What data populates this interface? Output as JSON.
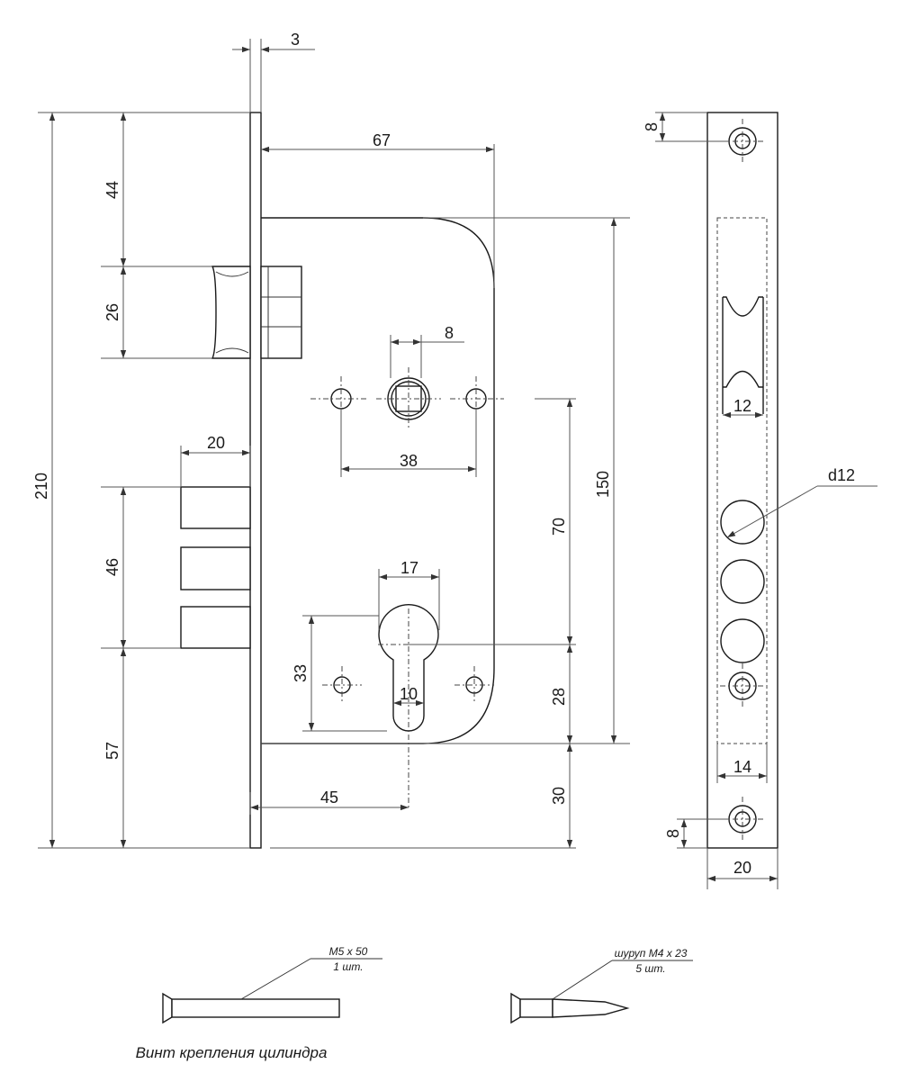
{
  "dimensions": {
    "d3": "3",
    "d67": "67",
    "d44": "44",
    "d26": "26",
    "d210": "210",
    "d20_latch": "20",
    "d46": "46",
    "d57": "57",
    "d8_spindle": "8",
    "d38": "38",
    "d150": "150",
    "d70": "70",
    "d17": "17",
    "d33": "33",
    "d10": "10",
    "d28": "28",
    "d45": "45",
    "d30": "30",
    "d8_top": "8",
    "d12": "12",
    "d_hole": "d12",
    "d14": "14",
    "d8_bottom": "8",
    "d20_plate": "20"
  },
  "callouts": {
    "bolt_line1": "M5 x 50",
    "bolt_line2": "1 шт.",
    "screw_line1": "шуруп M4 x 23",
    "screw_line2": "5 шт."
  },
  "caption": "Винт крепления цилиндра"
}
